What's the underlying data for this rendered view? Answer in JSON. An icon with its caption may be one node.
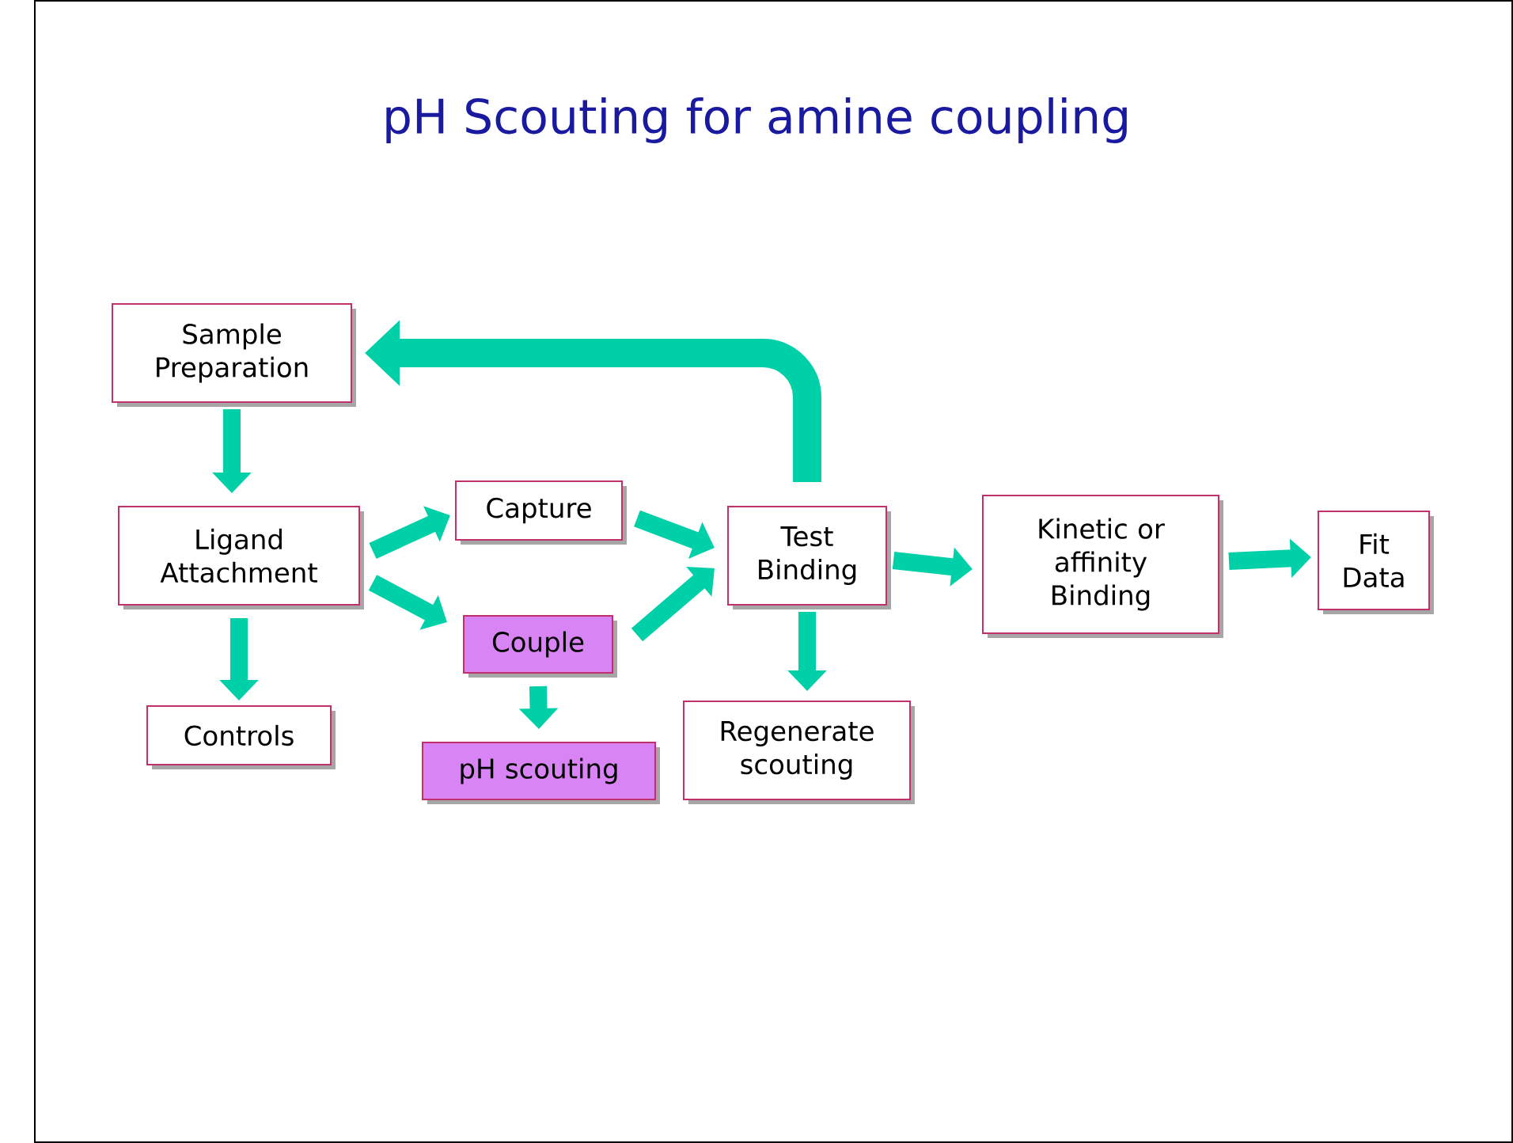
{
  "diagram": {
    "title": "pH Scouting for amine coupling",
    "nodes": [
      {
        "text": [
          "Sample Preparation"
        ]
      },
      {
        "text": [
          "Ligand Attachment"
        ]
      },
      {
        "text": [
          "Capture"
        ]
      },
      {
        "text": [
          "Couple"
        ]
      },
      {
        "text": [
          "Controls"
        ]
      },
      {
        "text": [
          "pH scouting"
        ]
      },
      {
        "text": [
          "Test Binding"
        ]
      },
      {
        "text": [
          "Kinetic or affinity Binding"
        ]
      },
      {
        "text": [
          "Fit Data"
        ]
      },
      {
        "text": [
          "Regenerate scouting"
        ]
      }
    ],
    "edges": [
      {
        "from": 0,
        "to": 1,
        "arrow": "to"
      },
      {
        "from": 1,
        "to": 2,
        "arrow": "to"
      },
      {
        "from": 1,
        "to": 3,
        "arrow": "to"
      },
      {
        "from": 1,
        "to": 4,
        "arrow": "to"
      },
      {
        "from": 3,
        "to": 5,
        "arrow": "to"
      },
      {
        "from": 2,
        "to": 6,
        "arrow": "to"
      },
      {
        "from": 3,
        "to": 6,
        "arrow": "to"
      },
      {
        "from": 6,
        "to": 9,
        "arrow": "to"
      },
      {
        "from": 6,
        "to": 7,
        "arrow": "to"
      },
      {
        "from": 7,
        "to": 8,
        "arrow": "to"
      },
      {
        "from": 6,
        "to": 0,
        "arrow": "to"
      }
    ]
  }
}
